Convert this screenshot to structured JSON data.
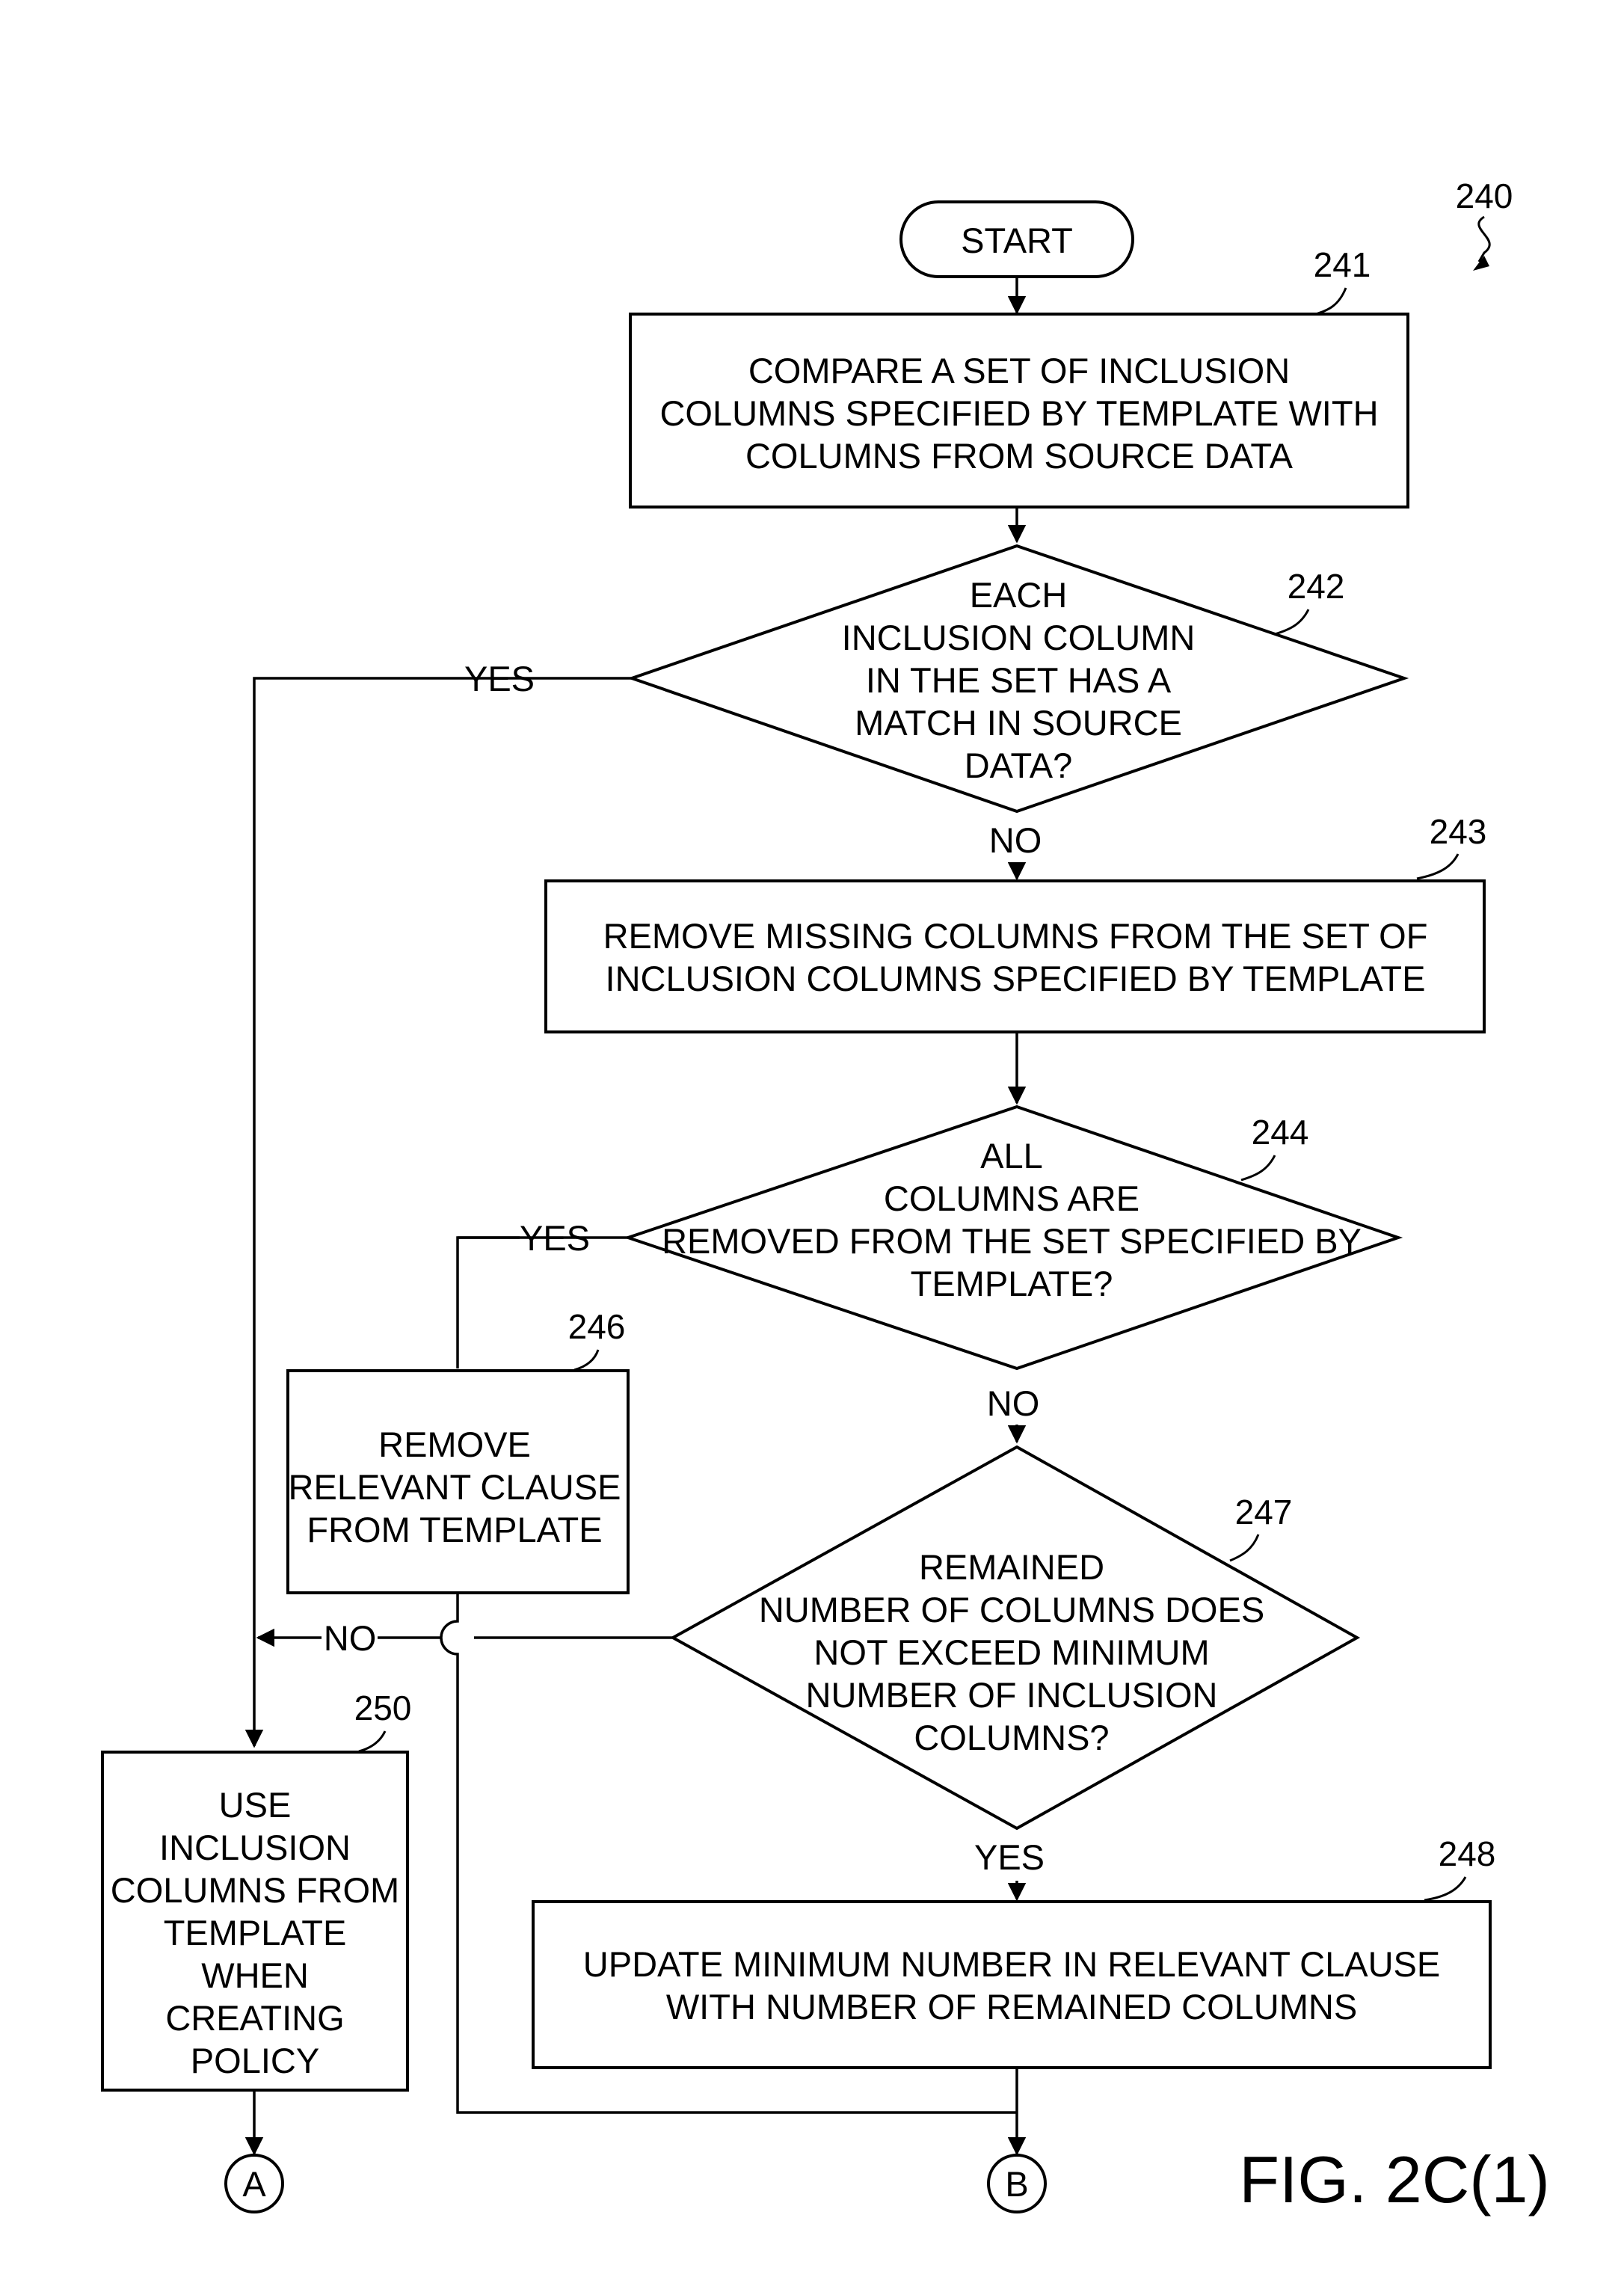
{
  "figure": {
    "ref": "240",
    "caption": "FIG. 2C(1)"
  },
  "nodes": {
    "start": {
      "lines": [
        "START"
      ]
    },
    "n241": {
      "ref": "241",
      "lines": [
        "COMPARE A SET OF INCLUSION",
        "COLUMNS SPECIFIED BY TEMPLATE WITH",
        "COLUMNS FROM SOURCE DATA"
      ]
    },
    "n242": {
      "ref": "242",
      "lines": [
        "EACH",
        "INCLUSION COLUMN",
        "IN THE SET HAS A",
        "MATCH IN SOURCE",
        "DATA?"
      ]
    },
    "n243": {
      "ref": "243",
      "lines": [
        "REMOVE MISSING COLUMNS FROM THE SET OF",
        "INCLUSION COLUMNS SPECIFIED BY TEMPLATE"
      ]
    },
    "n244": {
      "ref": "244",
      "lines": [
        "ALL",
        "COLUMNS ARE",
        "REMOVED FROM THE SET SPECIFIED BY",
        "TEMPLATE?"
      ]
    },
    "n246": {
      "ref": "246",
      "lines": [
        "REMOVE",
        "RELEVANT CLAUSE",
        "FROM TEMPLATE"
      ]
    },
    "n247": {
      "ref": "247",
      "lines": [
        "REMAINED",
        "NUMBER OF COLUMNS DOES",
        "NOT EXCEED MINIMUM",
        "NUMBER OF INCLUSION",
        "COLUMNS?"
      ]
    },
    "n248": {
      "ref": "248",
      "lines": [
        "UPDATE MINIMUM NUMBER IN RELEVANT CLAUSE",
        "WITH NUMBER OF REMAINED COLUMNS"
      ]
    },
    "n250": {
      "ref": "250",
      "lines": [
        "USE",
        "INCLUSION",
        "COLUMNS FROM",
        "TEMPLATE",
        "WHEN",
        "CREATING",
        "POLICY"
      ]
    },
    "connA": {
      "label": "A"
    },
    "connB": {
      "label": "B"
    }
  },
  "edge_labels": {
    "n242_yes": "YES",
    "n242_no": "NO",
    "n244_yes": "YES",
    "n244_no": "NO",
    "n247_no": "NO",
    "n247_yes": "YES"
  }
}
